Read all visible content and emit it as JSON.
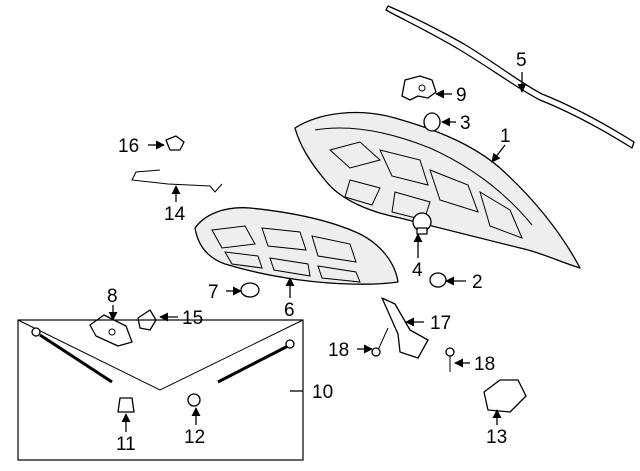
{
  "diagram": {
    "callouts": {
      "c1": "1",
      "c2": "2",
      "c3": "3",
      "c4": "4",
      "c5": "5",
      "c6": "6",
      "c7": "7",
      "c8": "8",
      "c9": "9",
      "c10": "10",
      "c11": "11",
      "c12": "12",
      "c13": "13",
      "c14": "14",
      "c15": "15",
      "c16": "16",
      "c17": "17",
      "c18a": "18",
      "c18b": "18"
    }
  }
}
